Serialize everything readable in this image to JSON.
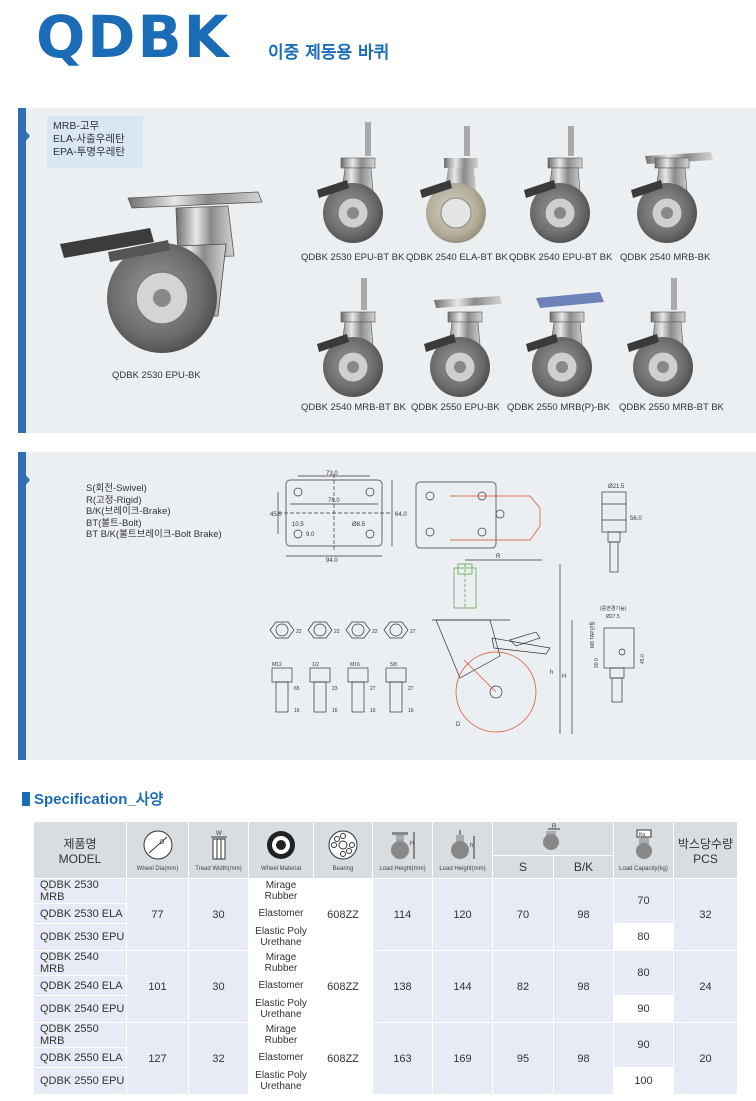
{
  "header": {
    "title": "QDBK",
    "subtitle": "이중 제동용 바퀴"
  },
  "materials": [
    "MRB-고무",
    "ELA-사출우레탄",
    "EPA-투명우레탄"
  ],
  "products": {
    "main": "QDBK 2530 EPU-BK",
    "row1": [
      "QDBK 2530 EPU-BT BK",
      "QDBK 2540 ELA-BT BK",
      "QDBK 2540 EPU-BT BK",
      "QDBK 2540 MRB-BK"
    ],
    "row2": [
      "QDBK 2540 MRB-BT BK",
      "QDBK 2550 EPU-BK",
      "QDBK 2550 MRB(P)-BK",
      "QDBK 2550 MRB-BT BK"
    ]
  },
  "legend": [
    "S(회전-Swivel)",
    "R(고정-Rigid)",
    "B/K(브레이크-Brake)",
    "BT(볼트-Bolt)",
    "BT B/K(볼트브레이크-Bolt Brake)"
  ],
  "drawing": {
    "plate": {
      "top": "73.0",
      "middle": "76.0",
      "height": "64.0",
      "side": "45.0",
      "bottom": "94.0",
      "hole_w": "10.5",
      "hole_h": "9.0",
      "bolt": "Ø8.5"
    },
    "bolt_top": "Ø21.5",
    "bolt_len": "56.0",
    "side_labels": {
      "top": "(중변경기능)",
      "dia": "Ø27.5",
      "tap": "M8 TAP관통",
      "d1": "20.0",
      "d2": "45.0"
    },
    "letters": {
      "r": "R",
      "h": "H",
      "h2": "h",
      "d": "D"
    },
    "nuts": [
      {
        "hex": "22",
        "thread": "M12",
        "a": "65",
        "b": "16"
      },
      {
        "hex": "22",
        "thread": "1/2",
        "a": "23",
        "b": "16"
      },
      {
        "hex": "22",
        "thread": "M16",
        "a": "27",
        "b": "16"
      },
      {
        "hex": "27",
        "thread": "5/8",
        "a": "27",
        "b": "16"
      }
    ]
  },
  "spec": {
    "title": "Specification_사양",
    "headers": {
      "model": "제품명",
      "model_en": "MODEL",
      "wheel_dia": "Wheel Dia(mm)",
      "tread": "Tread Width(mm)",
      "tread_w": "W",
      "material": "Wheel Material",
      "bearing": "Bearing",
      "load_h1": "Load Height(mm)",
      "load_h2": "Load Height(mm)",
      "h_letter": "H",
      "h2_letter": "h",
      "r_letter": "R",
      "s": "S",
      "bk": "B/K",
      "capacity": "Load Capacity(kg)",
      "kg": "Kg",
      "box": "박스당수량",
      "box_en": "PCS",
      "d_letter": "D"
    },
    "groups": [
      {
        "models": [
          "QDBK 2530 MRB",
          "QDBK 2530 ELA",
          "QDBK 2530 EPU"
        ],
        "materials": [
          "Mirage Rubber",
          "Elastomer",
          "Elastic Poly Urethane"
        ],
        "dia": "77",
        "tread": "30",
        "bearing": "608ZZ",
        "h1": "114",
        "h2": "120",
        "s": "70",
        "bk": "98",
        "cap_a": "70",
        "cap_b": "80",
        "box": "32"
      },
      {
        "models": [
          "QDBK 2540 MRB",
          "QDBK 2540 ELA",
          "QDBK 2540 EPU"
        ],
        "materials": [
          "Mirage Rubber",
          "Elastomer",
          "Elastic Poly Urethane"
        ],
        "dia": "101",
        "tread": "30",
        "bearing": "608ZZ",
        "h1": "138",
        "h2": "144",
        "s": "82",
        "bk": "98",
        "cap_a": "80",
        "cap_b": "90",
        "box": "24"
      },
      {
        "models": [
          "QDBK 2550 MRB",
          "QDBK 2550 ELA",
          "QDBK 2550 EPU"
        ],
        "materials": [
          "Mirage Rubber",
          "Elastomer",
          "Elastic Poly Urethane"
        ],
        "dia": "127",
        "tread": "32",
        "bearing": "608ZZ",
        "h1": "163",
        "h2": "169",
        "s": "95",
        "bk": "98",
        "cap_a": "90",
        "cap_b": "100",
        "box": "20"
      }
    ]
  },
  "colors": {
    "brand": "#1a6cb6",
    "panel": "#eceff2",
    "accent_bar": "#2f6fb2",
    "red_line": "#d84a2a"
  }
}
